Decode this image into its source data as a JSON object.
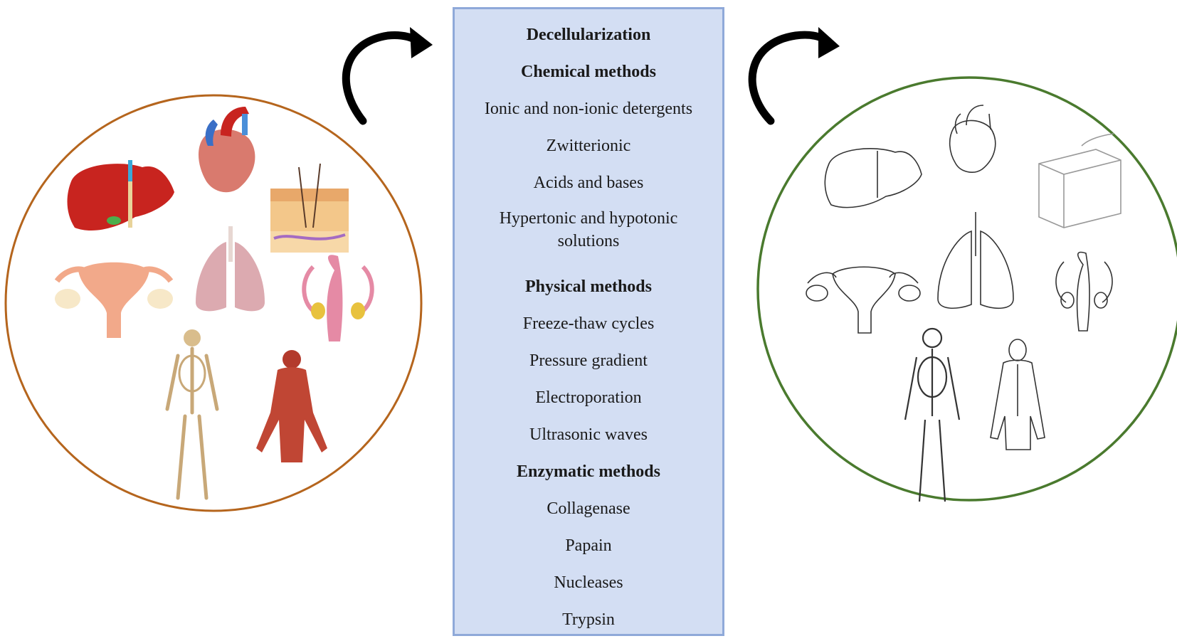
{
  "panel": {
    "items": [
      {
        "text": "Decellularization",
        "kind": "heading"
      },
      {
        "text": "Chemical methods",
        "kind": "heading"
      },
      {
        "text": "Ionic and non-ionic detergents",
        "kind": "item"
      },
      {
        "text": "Zwitterionic",
        "kind": "item"
      },
      {
        "text": "Acids and bases",
        "kind": "item"
      },
      {
        "text": "Hypertonic and hypotonic solutions",
        "kind": "item"
      },
      {
        "text": "Physical methods",
        "kind": "heading"
      },
      {
        "text": "Freeze-thaw cycles",
        "kind": "item"
      },
      {
        "text": "Pressure gradient",
        "kind": "item"
      },
      {
        "text": "Electroporation",
        "kind": "item"
      },
      {
        "text": "Ultrasonic waves",
        "kind": "item"
      },
      {
        "text": "Enzymatic methods",
        "kind": "heading"
      },
      {
        "text": "Collagenase",
        "kind": "item"
      },
      {
        "text": "Papain",
        "kind": "item"
      },
      {
        "text": "Nucleases",
        "kind": "item"
      },
      {
        "text": "Trypsin",
        "kind": "item"
      }
    ]
  },
  "colors": {
    "panel_fill": "#d3def3",
    "panel_border": "#8fa9d9",
    "native_circle": "#b5651d",
    "decell_circle": "#4a7a2e",
    "arrow": "#000000"
  },
  "icons": {
    "native": [
      "liver-icon",
      "heart-icon",
      "skin-icon",
      "uterus-icon",
      "lungs-icon",
      "male-reproductive-icon",
      "skeleton-icon",
      "muscle-body-icon"
    ],
    "decellularized": [
      "liver-outline-icon",
      "heart-outline-icon",
      "skin-outline-icon",
      "uterus-outline-icon",
      "lungs-outline-icon",
      "male-reproductive-outline-icon",
      "skeleton-outline-icon",
      "muscle-body-outline-icon"
    ]
  }
}
